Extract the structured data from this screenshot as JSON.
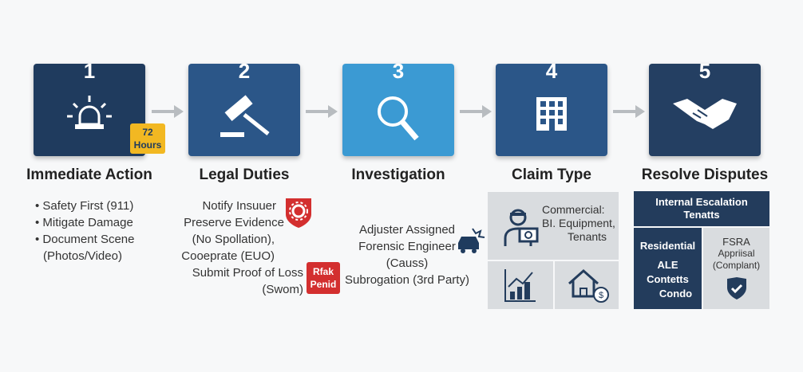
{
  "steps": [
    {
      "number": "1",
      "title": "Immediate Action",
      "color": "#1f3b5e",
      "badge": "72 Hours",
      "items": [
        "• Safety First (911)",
        "• Mitigate Damage",
        "• Document Scene",
        "(Photos/Video)"
      ]
    },
    {
      "number": "2",
      "title": "Legal Duties",
      "color": "#2b5688",
      "items": [
        "Notify Insuuer",
        "Preserve Evidence",
        "(No Spollation),",
        "Cooeprate (EUO)",
        "Submit Proof of Loss (Swom)"
      ],
      "badge": "Rfak Penid"
    },
    {
      "number": "3",
      "title": "Investigation",
      "color": "#3b9ad3",
      "items": [
        "Adjuster Assigned",
        "Forensic Engineer",
        "(Causs)",
        "Subrogation (3rd Party)"
      ]
    },
    {
      "number": "4",
      "title": "Claim Type",
      "color": "#2b5688",
      "commercial": [
        "Commercial:",
        "BI. Equipment,",
        "Tenants"
      ]
    },
    {
      "number": "5",
      "title": "Resolve Disputes",
      "color": "#243f62",
      "internal": [
        "Internal Escalation",
        "Tenatts"
      ],
      "residential": [
        "Residential",
        "ALE",
        "Contetts",
        "Condo"
      ],
      "fsra": [
        "FSRA",
        "Appriisal",
        "(Complant)"
      ]
    }
  ]
}
